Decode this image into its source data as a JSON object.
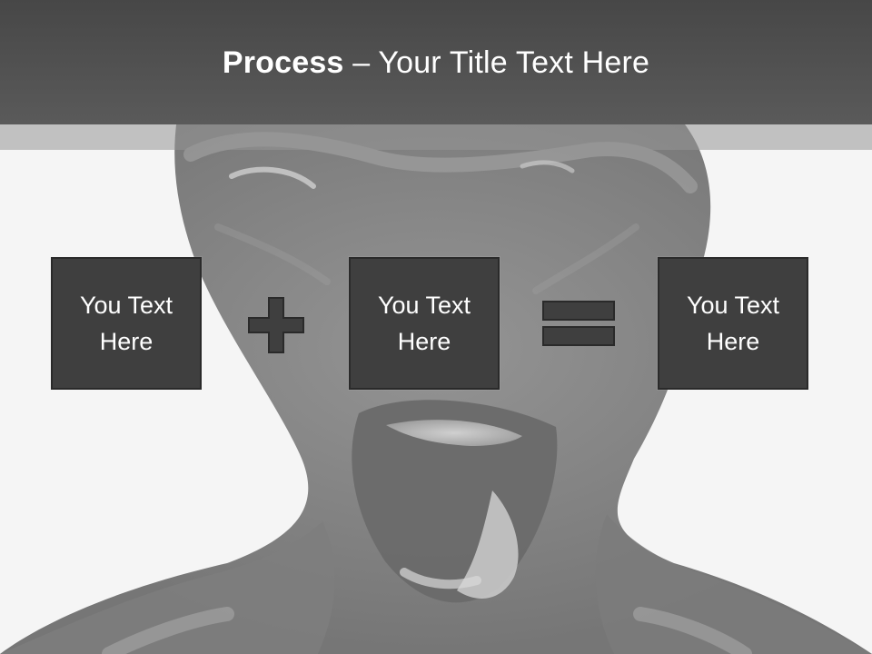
{
  "slide": {
    "title_bold": "Process",
    "title_rest": " – Your Title Text Here"
  },
  "steps": [
    {
      "text": "You Text Here"
    },
    {
      "text": "You Text Here"
    },
    {
      "text": "You Text Here"
    }
  ],
  "operators": [
    {
      "icon": "plus-icon"
    },
    {
      "icon": "equals-icon"
    }
  ],
  "colors": {
    "title_bar": "#4f4f4f",
    "box_fill": "#3f3f3f",
    "box_border": "#2a2a2a",
    "text": "#ffffff"
  }
}
